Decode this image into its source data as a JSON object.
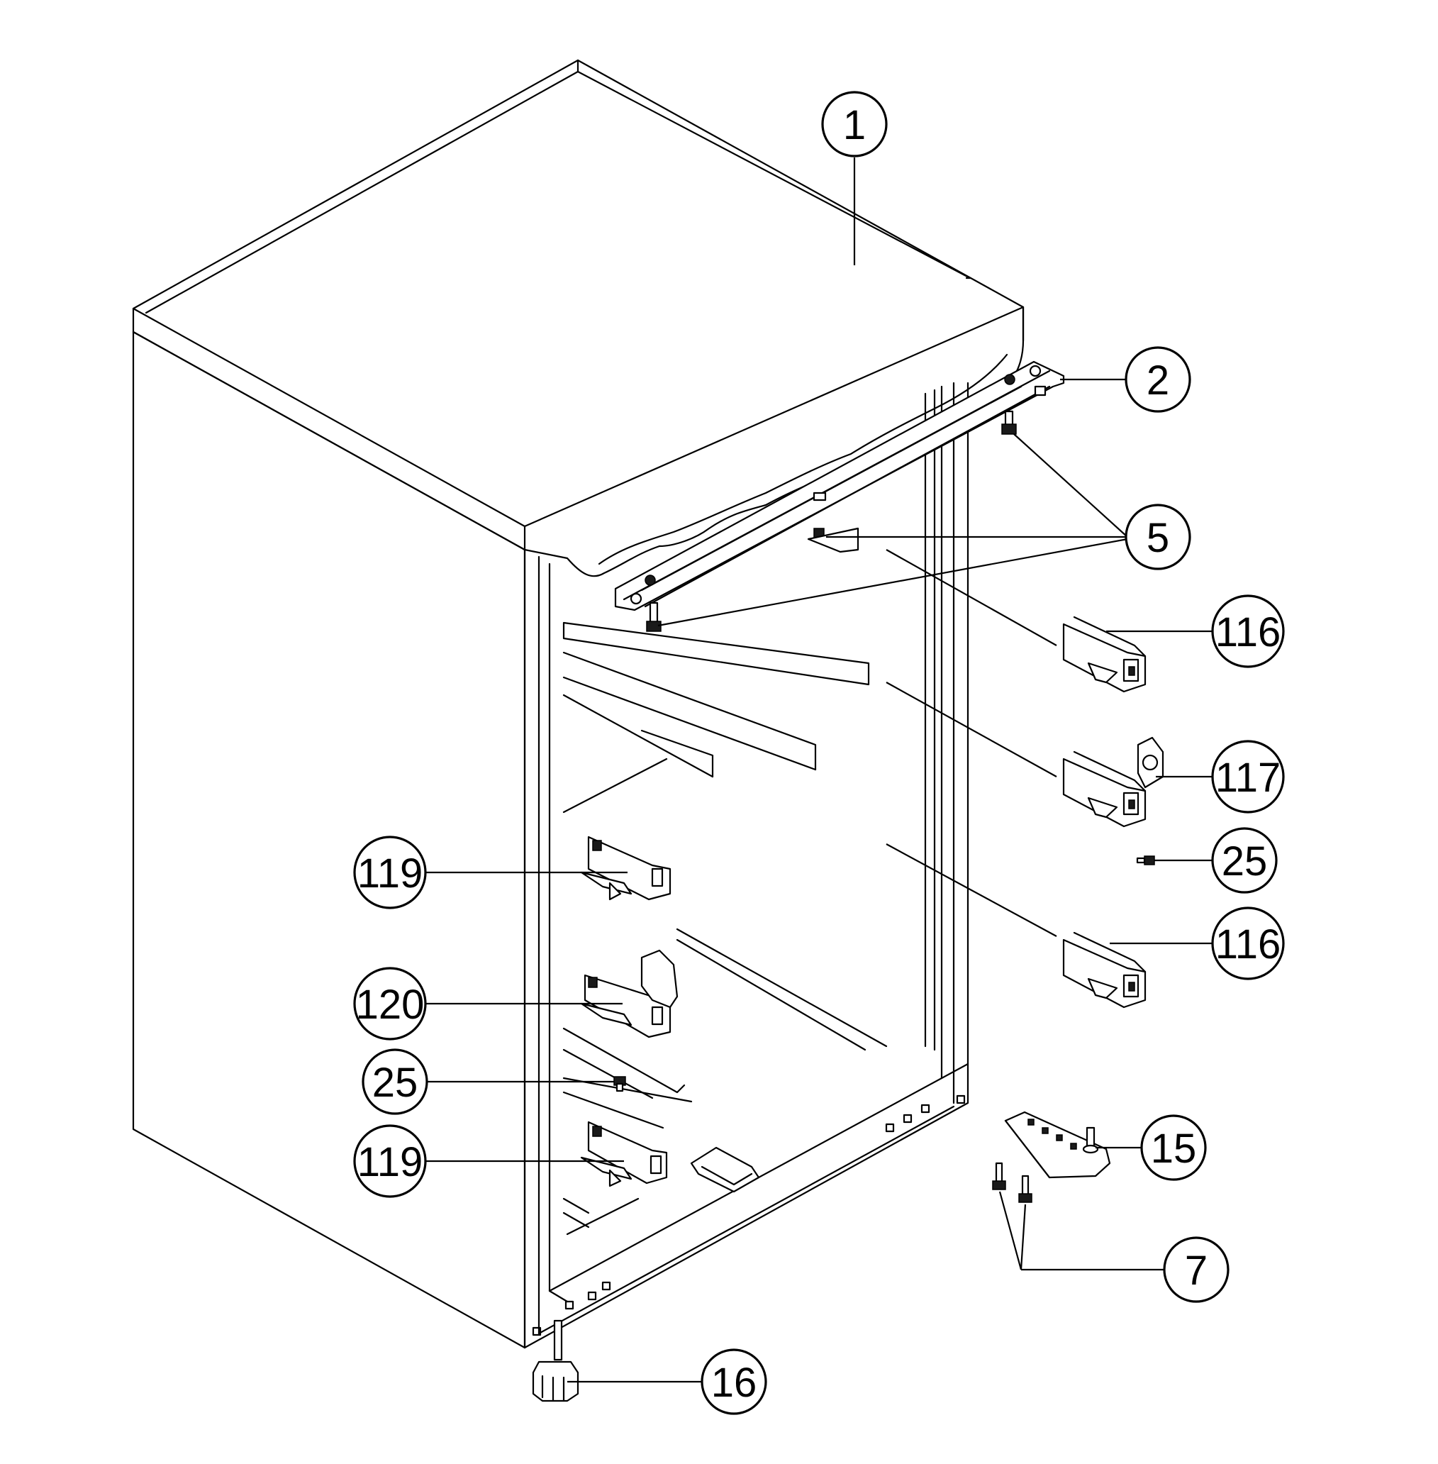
{
  "callouts": [
    {
      "id": "c1",
      "label": "1"
    },
    {
      "id": "c2",
      "label": "2"
    },
    {
      "id": "c5",
      "label": "5"
    },
    {
      "id": "c116a",
      "label": "116"
    },
    {
      "id": "c117",
      "label": "117"
    },
    {
      "id": "c25a",
      "label": "25"
    },
    {
      "id": "c116b",
      "label": "116"
    },
    {
      "id": "c119a",
      "label": "119"
    },
    {
      "id": "c120",
      "label": "120"
    },
    {
      "id": "c25b",
      "label": "25"
    },
    {
      "id": "c119b",
      "label": "119"
    },
    {
      "id": "c15",
      "label": "15"
    },
    {
      "id": "c7",
      "label": "7"
    },
    {
      "id": "c16",
      "label": "16"
    }
  ]
}
